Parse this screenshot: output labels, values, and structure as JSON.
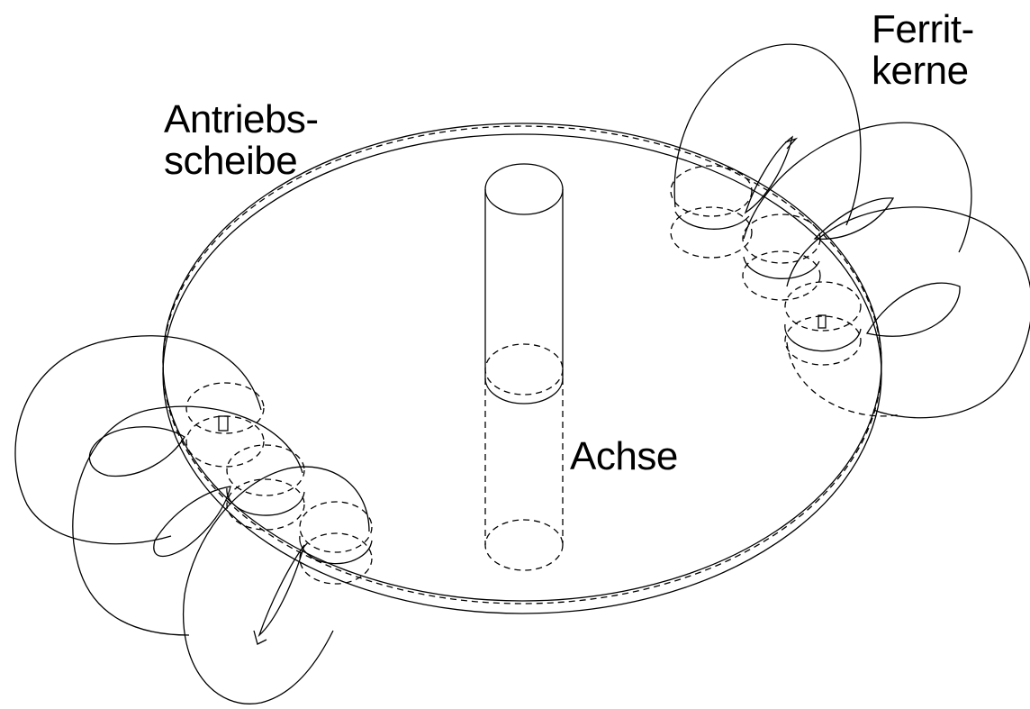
{
  "labels": {
    "drive_disk_line1": "Antriebs-",
    "drive_disk_line2": "scheibe",
    "ferrite_line1": "Ferrit-",
    "ferrite_line2": "kerne",
    "axle": "Achse"
  },
  "colors": {
    "background": "#ffffff",
    "stroke": "#000000"
  }
}
